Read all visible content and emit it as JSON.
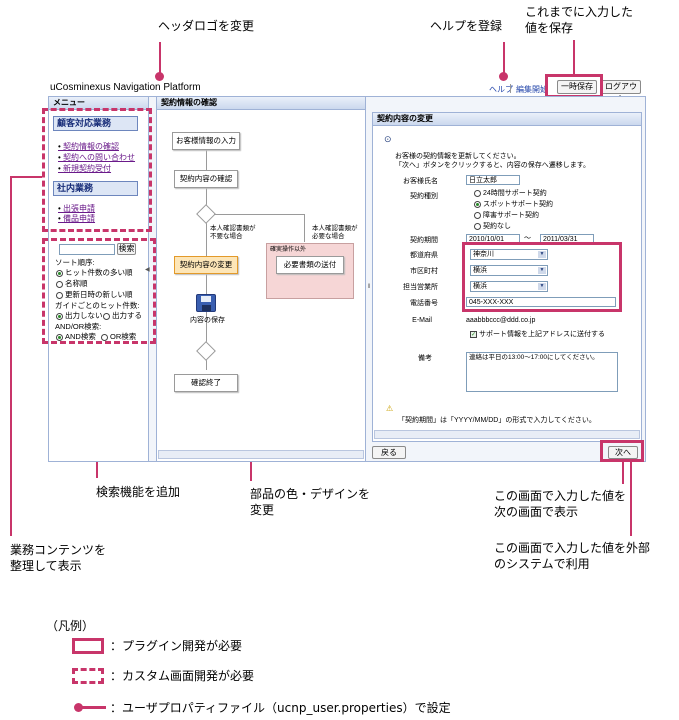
{
  "callouts": {
    "header_logo": "ヘッダロゴを変更",
    "help": "ヘルプを登録",
    "save_temp": "これまでに入力した\n値を保存",
    "search": "検索機能を追加",
    "parts_design": "部品の色・デザインを\n変更",
    "next_screen": "この画面で入力した値を\n次の画面で表示",
    "external": "この画面で入力した値を外部\nのシステムで利用",
    "business": "業務コンテンツを\n整理して表示"
  },
  "legend": {
    "title": "（凡例）",
    "plugin": "：プラグイン開発が必要",
    "custom": "：カスタム画面開発が必要",
    "user_prop": "：ユーザプロパティファイル（ucnp_user.properties）で設定"
  },
  "app": {
    "title": "uCosminexus Navigation Platform",
    "help_link": "ヘルプ",
    "edit_link": "編集開始",
    "save_button": "一時保存",
    "logout_button": "ログアウト"
  },
  "menu": {
    "header": "メニュー",
    "section1": "顧客対応業務",
    "section1_items": [
      "契約情報の確認",
      "契約への問い合わせ",
      "新規契約受付"
    ],
    "section2": "社内業務",
    "section2_items": [
      "出張申請",
      "備品申請"
    ],
    "search_button": "検索",
    "search_value": "",
    "sort_label": "ソート順序:",
    "sort_options": [
      "ヒット件数の多い順",
      "名称順",
      "更新日時の新しい順"
    ],
    "hit_label": "ガイドごとのヒット件数:",
    "hit_options": [
      "出力しない",
      "出力する"
    ],
    "andor_label": "AND/OR検索:",
    "andor_options": [
      "AND検索",
      "OR検索"
    ]
  },
  "flow": {
    "header": "契約情報の確認",
    "box_input": "お客様情報の入力",
    "box_confirm": "契約内容の確認",
    "cond_no": "本人確認書類が\n不要な場合",
    "cond_yes": "本人確認書類が\n必要な場合",
    "box_change": "契約内容の変更",
    "group_label": "確実操作以外",
    "box_send": "必要書類の送付",
    "save_icon_label": "内容の保存",
    "box_end": "確認終了"
  },
  "form": {
    "header": "契約内容の変更",
    "instruction1": "お客様の契約情報を更新してください。",
    "instruction2": "「次へ」ボタンをクリックすると、内容の保存へ遷移します。",
    "name_label": "お客様氏名",
    "name_value": "日立太郎",
    "type_label": "契約種別",
    "type_options": [
      "24時間サポート契約",
      "スポットサポート契約",
      "障害サポート契約",
      "契約なし"
    ],
    "period_label": "契約期間",
    "period_from": "2010/10/01",
    "period_sep": "～",
    "period_to": "2011/03/31",
    "pref_label": "都道府県",
    "pref_value": "神奈川",
    "city_label": "市区町村",
    "city_value": "横浜",
    "office_label": "担当営業所",
    "office_value": "横浜",
    "tel_label": "電話番号",
    "tel_value": "045-XXX-XXX",
    "email_label": "E-Mail",
    "email_value": "aaabbbccc@ddd.co.jp",
    "send_check_label": "サポート情報を上記アドレスに送付する",
    "note_label": "備考",
    "note_value": "連絡は平日の13:00～17:00にしてください。",
    "warning_text": "「契約期間」は「YYYY/MM/DD」の形式で入力してください。",
    "back_button": "戻る",
    "next_button": "次へ"
  },
  "colors": {
    "marker": "#c8356a",
    "frame": "#9fb2d6"
  }
}
